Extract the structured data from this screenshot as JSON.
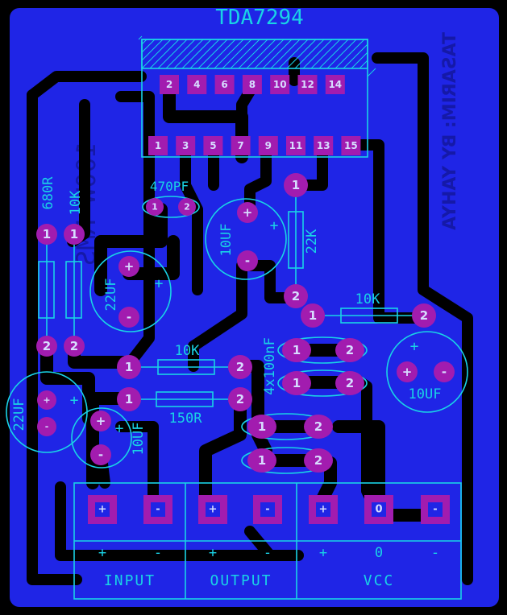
{
  "colors": {
    "board": "#1f25e6",
    "edge": "#000000",
    "silk": "#19d3e6",
    "pad": "#a21caf",
    "ghost": "#1519a8"
  },
  "chip": {
    "title": "TDA7294",
    "top_pins": [
      "2",
      "4",
      "6",
      "8",
      "10",
      "12",
      "14"
    ],
    "bottom_pins": [
      "1",
      "3",
      "5",
      "7",
      "9",
      "11",
      "13",
      "15"
    ]
  },
  "ghost_text": {
    "power": "100W RMS",
    "author": "TASARIM: BY YAHYA"
  },
  "labels": {
    "r_680": "680R",
    "r_10k_left": "10K",
    "c_470": "470PF",
    "c_10uf_mid": "10UF",
    "r_22k": "22K",
    "r_10k_right": "10K",
    "c_22uf_top": "22UF",
    "c_22uf_left": "22UF",
    "r_10k_center": "10K",
    "r_150": "150R",
    "c_10uf_bottom": "10UF",
    "c_100nf": "4x100nF",
    "c_10uf_right": "10UF"
  },
  "pads": {
    "one": "1",
    "two": "2",
    "plus": "+",
    "minus": "-"
  },
  "connectors": {
    "input": {
      "label": "INPUT",
      "pins": [
        "+",
        "-"
      ]
    },
    "output": {
      "label": "OUTPUT",
      "pins": [
        "+",
        "-"
      ]
    },
    "vcc": {
      "label": "VCC",
      "pins": [
        "+",
        "0",
        "-"
      ]
    }
  }
}
